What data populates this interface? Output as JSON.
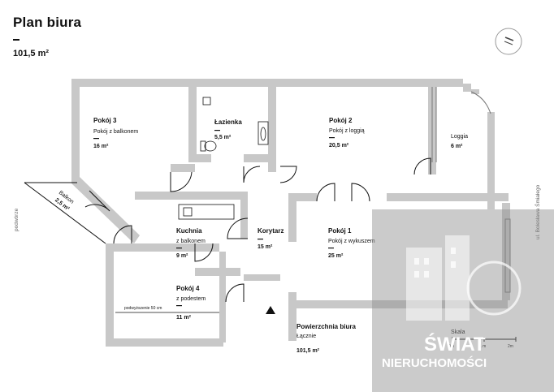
{
  "header": {
    "title": "Plan biura",
    "total_area": "101,5 m²"
  },
  "rooms": [
    {
      "id": "pokoj3",
      "name": "Pokój 3",
      "desc": "Pokój z balkonem",
      "area": "16 m²"
    },
    {
      "id": "lazienka",
      "name": "Łazienka",
      "desc": "",
      "area": "5,5 m²"
    },
    {
      "id": "pokoj2",
      "name": "Pokój 2",
      "desc": "Pokój z loggią",
      "area": "20,5 m²"
    },
    {
      "id": "loggia",
      "name": "Loggia",
      "desc": "",
      "area": "6 m²"
    },
    {
      "id": "kuchnia",
      "name": "Kuchnia",
      "desc": "z balkonem",
      "area": "9 m²"
    },
    {
      "id": "korytarz",
      "name": "Korytarz",
      "desc": "",
      "area": "15 m²"
    },
    {
      "id": "pokoj1",
      "name": "Pokój 1",
      "desc": "Pokój z wykuszem",
      "area": "25 m²"
    },
    {
      "id": "pokoj4",
      "name": "Pokój 4",
      "desc": "z podestem",
      "area": "11 m²"
    }
  ],
  "balkon": {
    "name": "Balkon",
    "area": "2,5 m²"
  },
  "podest_note": "podwyższenie 50 cm",
  "summary": {
    "title": "Powierzchnia biura",
    "label": "Łącznie",
    "area": "101,5 m²"
  },
  "scale": {
    "title": "Skala",
    "ticks": [
      "0m",
      "1 m",
      "2m"
    ]
  },
  "streets": {
    "left": "podwórze",
    "right": "ul. Bolesława Śmiałego"
  },
  "watermark": {
    "line1": "ŚWIAT",
    "line2": "NIERUCHOMOŚCI"
  },
  "colors": {
    "wall": "#c8c8c8",
    "line": "#111111",
    "watermark": "#8c8c8c"
  }
}
